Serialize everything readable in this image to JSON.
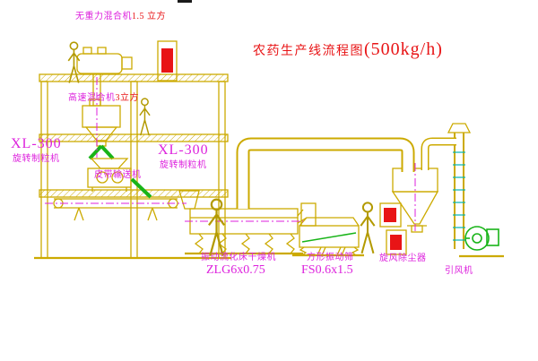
{
  "title": {
    "text": "农药生产线流程图",
    "capacity": "(500kg/h)"
  },
  "labels": {
    "gravity_mixer_name": "无重力混合机",
    "gravity_mixer_size": "1.5 立方",
    "high_speed_mixer_name": "高速混合机",
    "high_speed_mixer_size": "3立方",
    "granulator_left_model": "XL-300",
    "granulator_left_name": "旋转制粒机",
    "granulator_center_model": "XL-300",
    "granulator_center_name": "旋转制粒机",
    "belt_conveyor": "皮带输送机",
    "dryer_name": "振动流化床干燥机",
    "dryer_model": "ZLG6x0.75",
    "screen_name": "方形振动筛",
    "screen_model": "FS0.6x1.5",
    "cyclone": "旋风除尘器",
    "induced_draft_fan": "引风机"
  },
  "colors": {
    "yellow": "#ccaa00",
    "olive": "#b39a00",
    "green": "#18b418",
    "magenta": "#dd22dd",
    "red": "#e81416",
    "cyan": "#00b4b4",
    "background": "#ffffff"
  }
}
